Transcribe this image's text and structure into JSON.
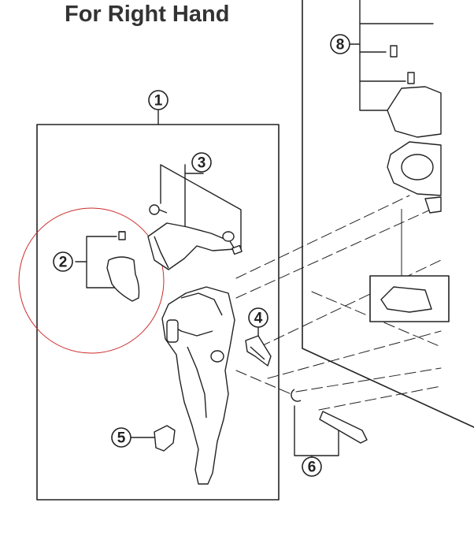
{
  "title": "For Right Hand",
  "callouts": [
    "1",
    "2",
    "3",
    "4",
    "5",
    "6",
    "8"
  ],
  "colors": {
    "line": "#222222",
    "highlight_circle": "#cc2b2b",
    "title": "#333333"
  }
}
